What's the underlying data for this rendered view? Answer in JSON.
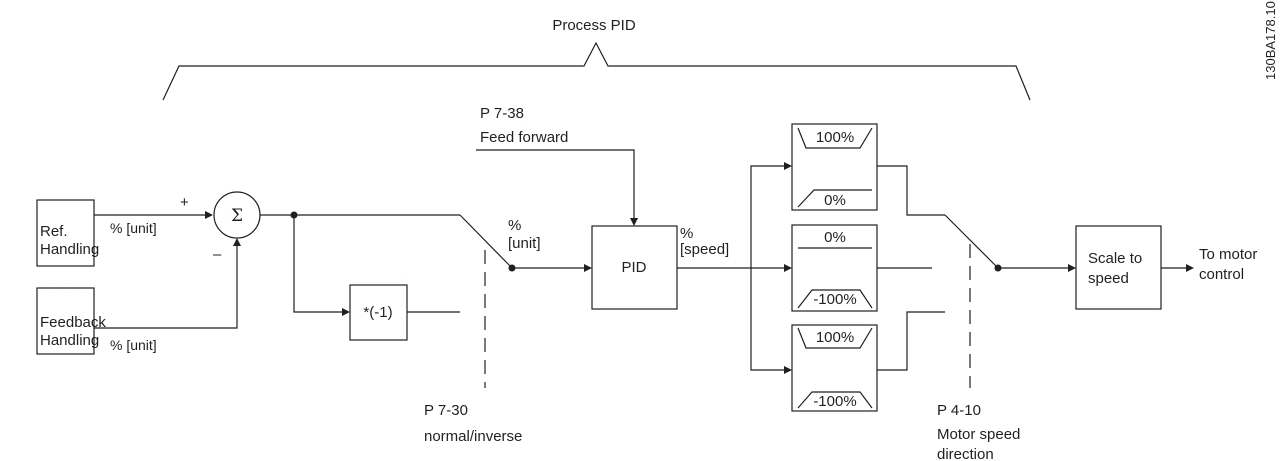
{
  "title": "Process PID",
  "doc_id": "130BA178.10",
  "blocks": {
    "ref_handling": [
      "Ref.",
      "Handling"
    ],
    "feedback_handling": [
      "Feedback",
      "Handling"
    ],
    "sigma": "Σ",
    "invert": "*(-1)",
    "pid": "PID",
    "scale_to_speed": [
      "Scale to",
      "speed"
    ],
    "limiter_1": {
      "top": "100%",
      "bottom": "0%"
    },
    "limiter_2": {
      "top": "0%",
      "bottom": "-100%"
    },
    "limiter_3": {
      "top": "100%",
      "bottom": "-100%"
    }
  },
  "signals": {
    "ref_unit": "% [unit]",
    "feedback_unit": "% [unit]",
    "plus": "+",
    "minus": "–",
    "switch_unit": [
      "%",
      "[unit]"
    ],
    "pid_out": [
      "%",
      "[speed]"
    ],
    "output": [
      "To motor",
      "control"
    ]
  },
  "parameters": {
    "feed_forward": [
      "P 7-38",
      "Feed forward"
    ],
    "normal_inverse": [
      "P 7-30",
      "normal/inverse"
    ],
    "motor_direction": [
      "P 4-10",
      "Motor speed",
      "direction"
    ]
  }
}
